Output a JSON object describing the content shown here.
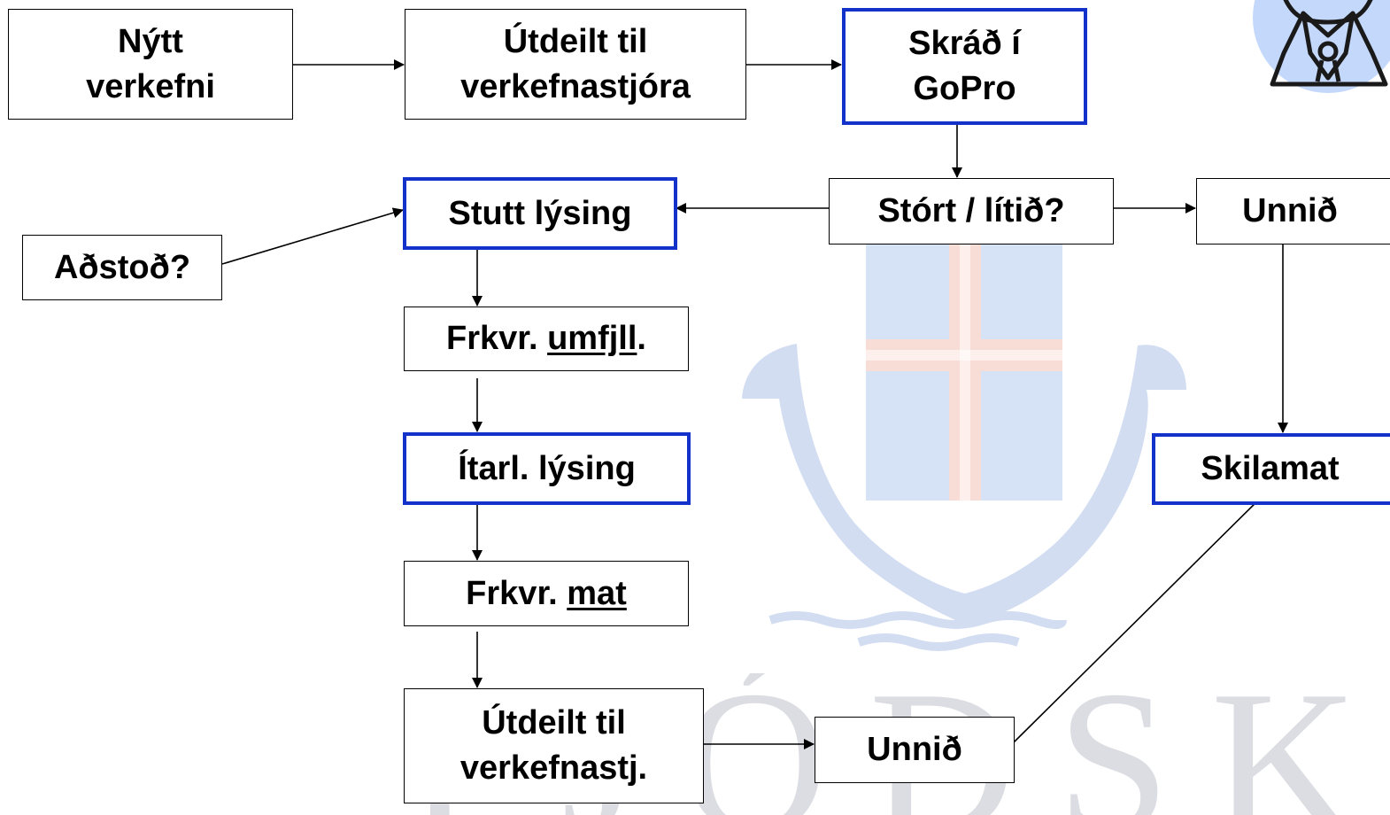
{
  "colors": {
    "box_border": "#000000",
    "highlight_border": "#1332c9",
    "watermark_blue": "#cfdaf0",
    "watermark_red": "#f6d9d4",
    "watermark_gray": "#dcdde2",
    "icon_circle": "#c3d8fb"
  },
  "watermark": {
    "text": "ÞJÓÐSKAÍ",
    "icons": [
      "ship-emblem",
      "flag"
    ]
  },
  "corner_icon": "businessman-icon",
  "nodes": {
    "nytt_verkefni": {
      "line1": "Nýtt",
      "line2": "verkefni"
    },
    "utdeilt_verkefnastjora": {
      "line1": "Útdeilt til",
      "line2": "verkefnastjóra"
    },
    "skrad_gopro": {
      "line1": "Skráð í",
      "line2": "GoPro"
    },
    "stort_litid": {
      "label": "Stórt / lítið?"
    },
    "unnid_right": {
      "label": "Unnið"
    },
    "stutt_lysing": {
      "label": "Stutt lýsing"
    },
    "adstod": {
      "label": "Aðstoð?"
    },
    "frkvr_umfjll": {
      "prefix": "Frkvr. ",
      "underlined": "umfjll",
      "suffix": "."
    },
    "itarl_lysing": {
      "label": "Ítarl. lýsing"
    },
    "frkvr_mat": {
      "prefix": "Frkvr. ",
      "underlined": "mat"
    },
    "utdeilt_verkefnastj": {
      "line1": "Útdeilt til",
      "line2": "verkefnastj."
    },
    "unnid_bottom": {
      "label": "Unnið"
    },
    "skilamat": {
      "label": "Skilamat"
    }
  }
}
